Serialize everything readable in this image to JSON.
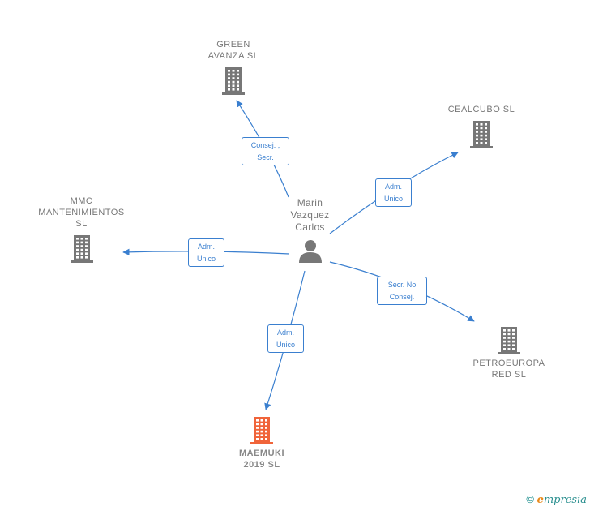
{
  "nodes": {
    "person": {
      "label": "Marin\nVazquez\nCarlos"
    },
    "green": {
      "label": "GREEN\nAVANZA SL"
    },
    "cealcubo": {
      "label": "CEALCUBO SL"
    },
    "mmc": {
      "label": "MMC\nMANTENIMIENTOS\nSL"
    },
    "petroeuropa": {
      "label": "PETROEUROPA\nRED  SL"
    },
    "maemuki": {
      "label": "MAEMUKI\n2019  SL"
    }
  },
  "edges": {
    "green": {
      "line1": "Consej. ,",
      "line2": "Secr."
    },
    "cealcubo": {
      "line1": "Adm.",
      "line2": "Unico"
    },
    "mmc": {
      "line1": "Adm.",
      "line2": "Unico"
    },
    "petroeuropa": {
      "line1": "Secr.  No",
      "line2": "Consej."
    },
    "maemuki": {
      "line1": "Adm.",
      "line2": "Unico"
    }
  },
  "colors": {
    "edge": "#3a7fcf",
    "company": "#777777",
    "main_company": "#f0643a",
    "person": "#777777"
  },
  "icons": {
    "company": "building-icon",
    "person": "person-icon"
  },
  "footer": {
    "copyright": "©",
    "brand_initial": "e",
    "brand_rest": "mpresia"
  }
}
